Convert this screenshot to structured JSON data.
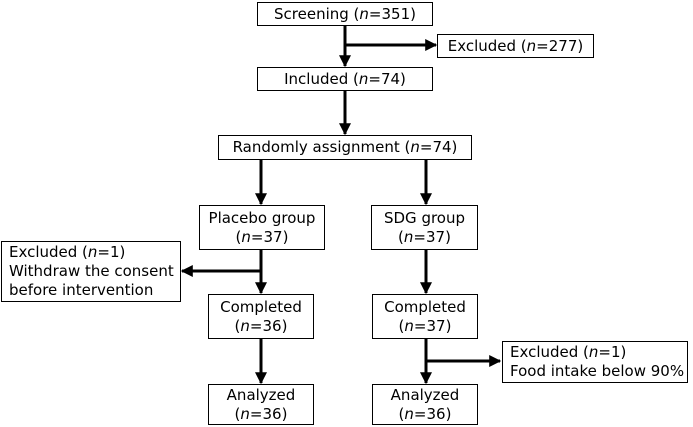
{
  "boxes": {
    "screening": {
      "l1": {
        "pre": "Screening (",
        "n": "n",
        "post": "=351)"
      }
    },
    "excluded1": {
      "l1": {
        "pre": "Excluded (",
        "n": "n",
        "post": "=277)"
      }
    },
    "included": {
      "l1": {
        "pre": "Included (",
        "n": "n",
        "post": "=74)"
      }
    },
    "random": {
      "l1": {
        "pre": "Randomly assignment (",
        "n": "n",
        "post": "=74)"
      }
    },
    "placebo": {
      "l1": "Placebo group",
      "l2": {
        "pre": "(",
        "n": "n",
        "post": "=37)"
      }
    },
    "sdg": {
      "l1": "SDG group",
      "l2": {
        "pre": "(",
        "n": "n",
        "post": "=37)"
      }
    },
    "excluded_left": {
      "l1": {
        "pre": "Excluded (",
        "n": "n",
        "post": "=1)"
      },
      "l2": "Withdraw the consent",
      "l3": "before intervention"
    },
    "completed_left": {
      "l1": "Completed",
      "l2": {
        "pre": "(",
        "n": "n",
        "post": "=36)"
      }
    },
    "completed_right": {
      "l1": "Completed",
      "l2": {
        "pre": "(",
        "n": "n",
        "post": "=37)"
      }
    },
    "excluded_right": {
      "l1": {
        "pre": "Excluded (",
        "n": "n",
        "post": "=1)"
      },
      "l2": "Food intake below 90%"
    },
    "analyzed_left": {
      "l1": "Analyzed",
      "l2": {
        "pre": "(",
        "n": "n",
        "post": "=36)"
      }
    },
    "analyzed_right": {
      "l1": "Analyzed",
      "l2": {
        "pre": "(",
        "n": "n",
        "post": "=36)"
      }
    }
  }
}
